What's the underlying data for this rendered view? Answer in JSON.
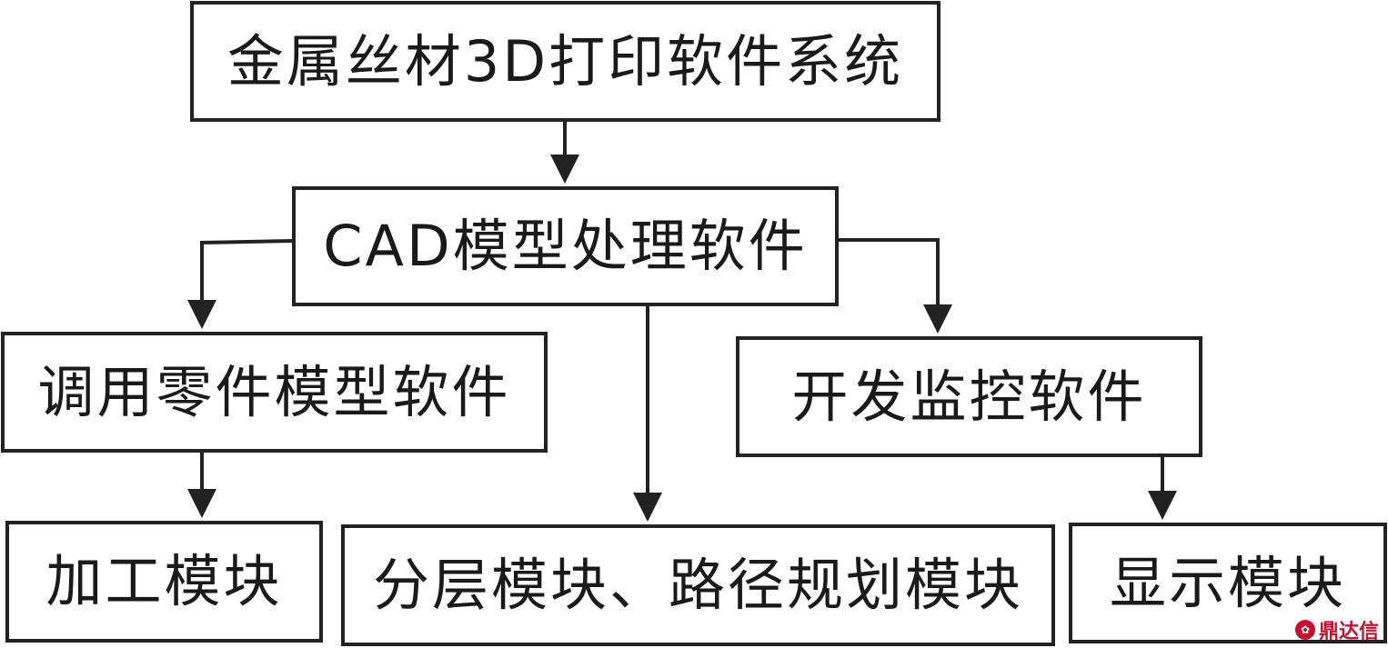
{
  "nodes": {
    "root": "金属丝材3D打印软件系统",
    "cad": "CAD模型处理软件",
    "call_model": "调用零件模型软件",
    "monitor": "开发监控软件",
    "processing": "加工模块",
    "layering": "分层模块、路径规划模块",
    "display": "显示模块"
  },
  "edges": [
    {
      "from": "root",
      "to": "cad"
    },
    {
      "from": "cad",
      "to": "call_model"
    },
    {
      "from": "cad",
      "to": "layering"
    },
    {
      "from": "cad",
      "to": "monitor"
    },
    {
      "from": "call_model",
      "to": "processing"
    },
    {
      "from": "monitor",
      "to": "display"
    }
  ],
  "watermark": {
    "text": "鼎达信",
    "color": "#c8102e"
  },
  "colors": {
    "line": "#222222",
    "text": "#1a1a1a",
    "background": "#ffffff"
  }
}
